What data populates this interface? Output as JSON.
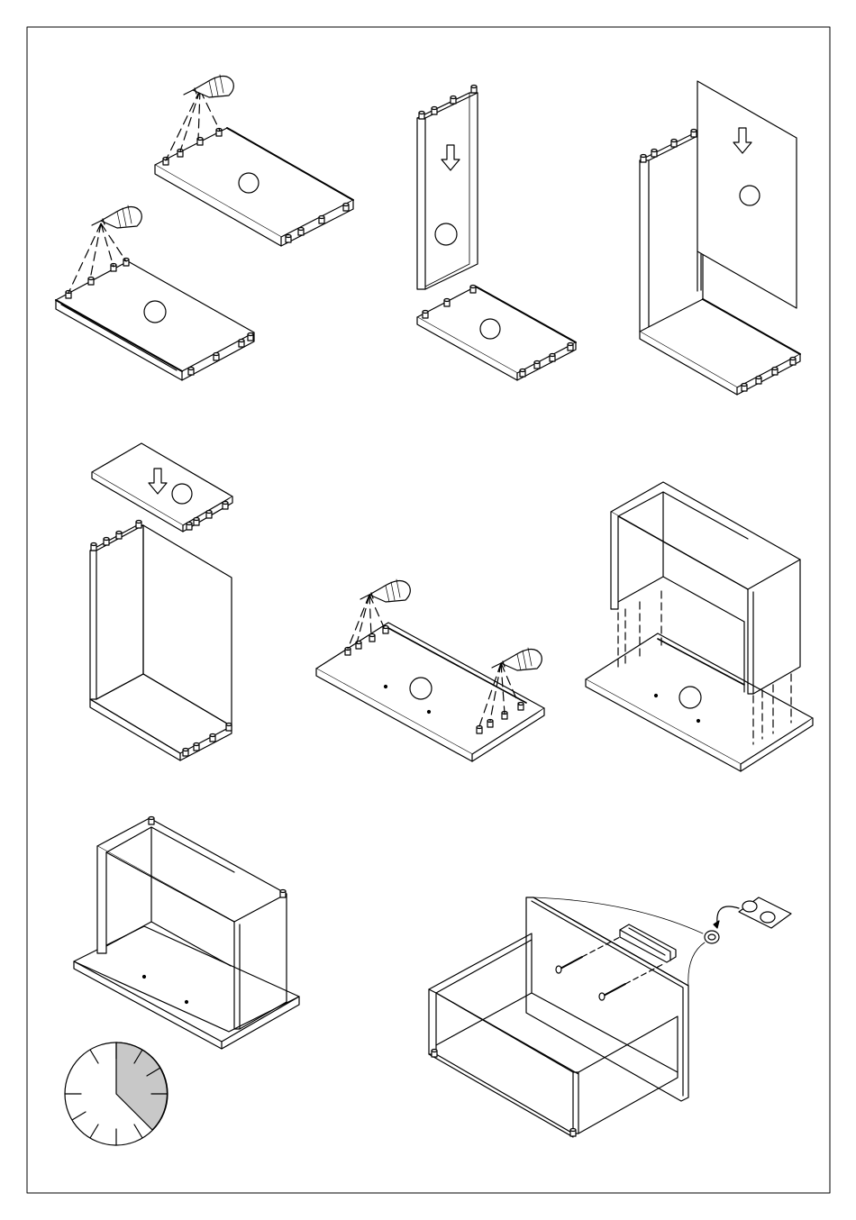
{
  "document": {
    "type": "assembly-instructions-page",
    "steps": [
      {
        "step_id": "step-1",
        "parts": [
          "panel-a",
          "panel-b"
        ],
        "actions": [
          "apply-glue",
          "insert-dowels"
        ]
      },
      {
        "step_id": "step-2",
        "parts": [
          "side-panel",
          "bottom-panel"
        ],
        "actions": [
          "insert-side-into-bottom"
        ]
      },
      {
        "step_id": "step-3",
        "parts": [
          "side-assembly",
          "back-panel"
        ],
        "actions": [
          "slide-back-panel-down"
        ]
      },
      {
        "step_id": "step-4",
        "parts": [
          "top-panel",
          "carcass"
        ],
        "actions": [
          "place-top-panel"
        ]
      },
      {
        "step_id": "step-5",
        "parts": [
          "base-panel"
        ],
        "actions": [
          "apply-glue",
          "insert-dowels"
        ]
      },
      {
        "step_id": "step-6",
        "parts": [
          "carcass",
          "base-panel"
        ],
        "actions": [
          "lower-carcass-onto-base"
        ]
      },
      {
        "step_id": "step-7",
        "parts": [
          "finished-carcass"
        ],
        "actions": [
          "let-glue-dry"
        ]
      },
      {
        "step_id": "step-8",
        "parts": [
          "drawer-box",
          "handle",
          "screws",
          "adhesive-pads"
        ],
        "actions": [
          "fit-handle",
          "attach-pads"
        ]
      }
    ],
    "drying_time": {
      "fraction_of_hour": 0.375,
      "icon": "clock-icon",
      "shaded_color": "#c8c8c8"
    },
    "colors": {
      "line": "#000000",
      "background": "#ffffff",
      "shade": "#c8c8c8"
    }
  }
}
